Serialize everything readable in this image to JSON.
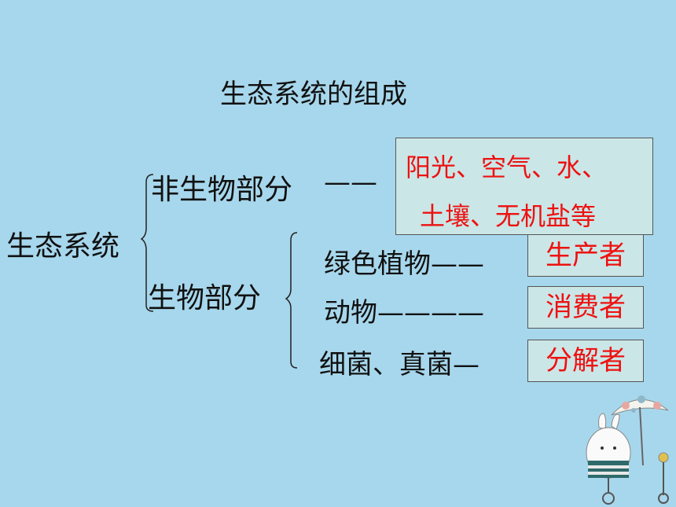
{
  "title": "生态系统的组成",
  "root": "生态系统",
  "abiotic": {
    "label": "非生物部分",
    "connector": "——",
    "items_line1": "阳光、空气、水、",
    "items_line2": "土壤、无机盐等"
  },
  "biotic": {
    "label": "生物部分",
    "rows": [
      {
        "organism": "绿色植物——",
        "role": "生产者"
      },
      {
        "organism": "动物————",
        "role": "消费者"
      },
      {
        "organism": "细菌、真菌—",
        "role": "分解者"
      }
    ]
  },
  "colors": {
    "background": "#a7d7ec",
    "box_fill": "#cbe6e6",
    "role_text": "#ee1111"
  }
}
